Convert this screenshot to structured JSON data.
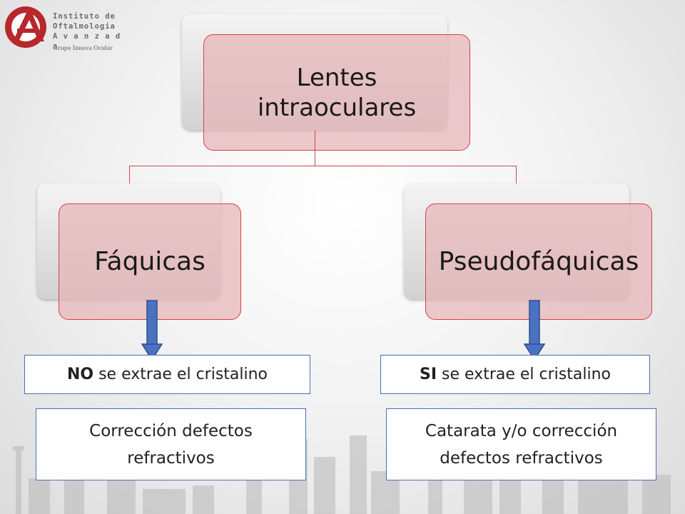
{
  "logo": {
    "lines": [
      "Instituto de",
      "Oftalmologia",
      "A v a n z a d a"
    ],
    "subtitle": "Grupo Innova Ocular"
  },
  "diagram": {
    "root": "Lentes intraoculares",
    "left_child": "Fáquicas",
    "right_child": "Pseudofáquicas",
    "left_result_bold": "NO",
    "left_result_rest": " se extrae el cristalino",
    "right_result_bold": "SI",
    "right_result_rest": " se extrae el cristalino",
    "left_note": "Corrección defectos refractivos",
    "right_note": "Catarata y/o corrección defectos refractivos"
  },
  "colors": {
    "node_fill": "#e8b4b8",
    "node_border": "#d64040",
    "arrow": "#4a72c0",
    "box_border": "#4a6fb0"
  }
}
